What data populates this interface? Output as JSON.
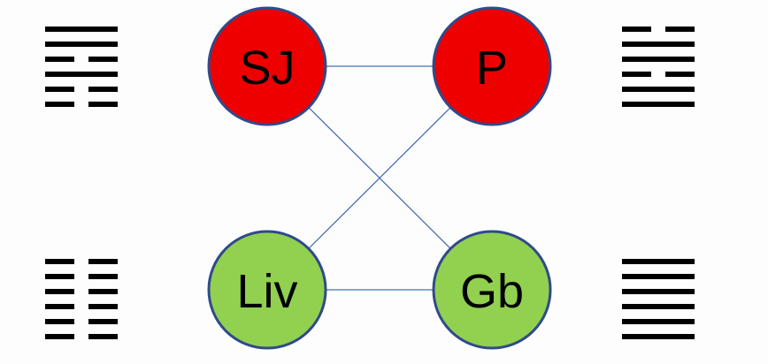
{
  "nodes": [
    {
      "id": "sj",
      "label": "SJ",
      "color": "#ee0000"
    },
    {
      "id": "p",
      "label": "P",
      "color": "#ee0000"
    },
    {
      "id": "liv",
      "label": "Liv",
      "color": "#92d050"
    },
    {
      "id": "gb",
      "label": "Gb",
      "color": "#92d050"
    }
  ],
  "edges": [
    {
      "from": "sj",
      "to": "p"
    },
    {
      "from": "liv",
      "to": "gb"
    },
    {
      "from": "sj",
      "to": "gb"
    },
    {
      "from": "p",
      "to": "liv"
    }
  ],
  "hexagrams": [
    {
      "name": "top-left",
      "lines_top_to_bottom": [
        "solid",
        "solid",
        "broken",
        "solid",
        "broken",
        "broken"
      ]
    },
    {
      "name": "top-right",
      "lines_top_to_bottom": [
        "broken",
        "solid",
        "solid",
        "broken",
        "solid",
        "solid"
      ]
    },
    {
      "name": "bottom-left",
      "lines_top_to_bottom": [
        "broken",
        "broken",
        "broken",
        "broken",
        "broken",
        "broken"
      ]
    },
    {
      "name": "bottom-right",
      "lines_top_to_bottom": [
        "solid",
        "solid",
        "solid",
        "solid",
        "solid",
        "solid"
      ]
    }
  ],
  "colors": {
    "node_outline": "#2f4a8a",
    "edge": "#4a6fb5",
    "hexagram_line": "#000000"
  }
}
